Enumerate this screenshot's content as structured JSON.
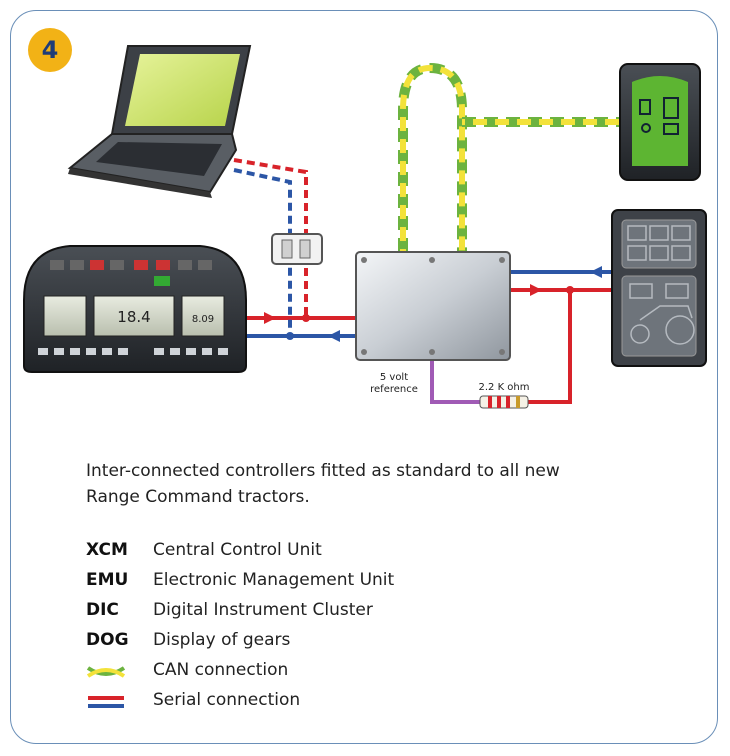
{
  "figure": {
    "number": "4",
    "caption_line1": "Inter-connected controllers fitted as standard to all new",
    "caption_line2": "Range Command tractors."
  },
  "diagram_labels": {
    "reference_line1": "5 volt",
    "reference_line2": "reference",
    "resistor": "2.2 K ohm",
    "dic_reading_1": "18.4",
    "dic_reading_2": "8.09"
  },
  "legend": [
    {
      "abbr": "XCM",
      "desc": "Central Control Unit"
    },
    {
      "abbr": "EMU",
      "desc": "Electronic Management Unit"
    },
    {
      "abbr": "DIC",
      "desc": "Digital Instrument Cluster"
    },
    {
      "abbr": "DOG",
      "desc": "Display of gears"
    },
    {
      "abbr": "",
      "symbol": "can-icon",
      "desc": "CAN connection"
    },
    {
      "abbr": "",
      "symbol": "serial-icon",
      "desc": "Serial connection"
    }
  ],
  "colors": {
    "accent_badge": "#f2b216",
    "can_green": "#6cb33f",
    "can_yellow": "#f3e23a",
    "serial_red": "#d8232a",
    "serial_blue": "#2c56a6",
    "reference_purple": "#a05bb5",
    "frame": "#6a8fb8"
  }
}
